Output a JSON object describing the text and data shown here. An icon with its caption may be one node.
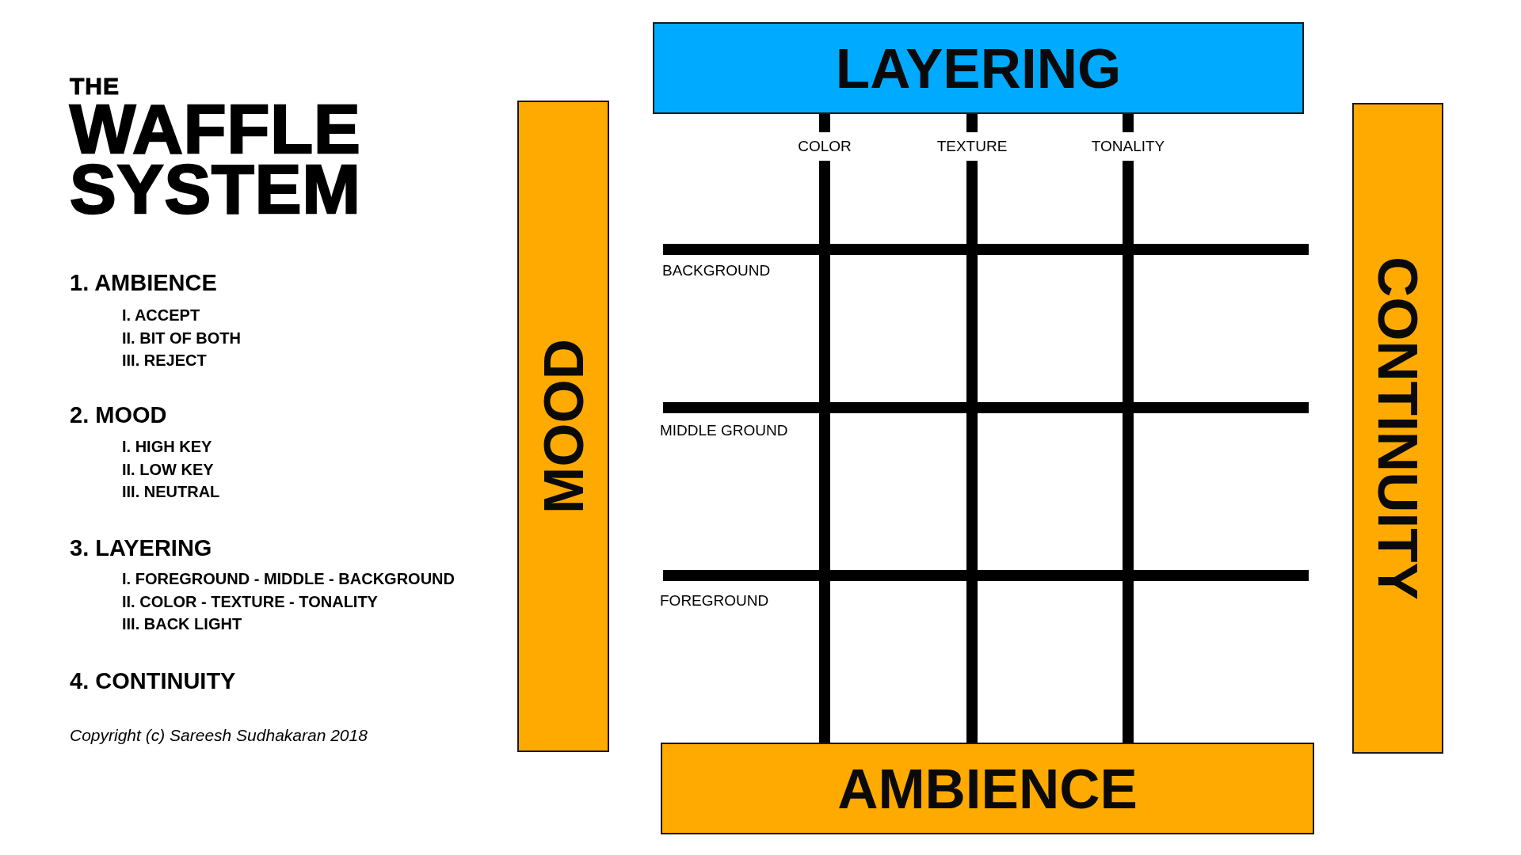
{
  "diagram": {
    "title": "THE WAFFLE SYSTEM",
    "caption": "Copyright (c) Sareesh Sudhakaran 2018",
    "nodes": [
      {
        "text": [
          "LAYERING"
        ]
      },
      {
        "text": [
          "MOOD"
        ]
      },
      {
        "text": [
          "CONTINUITY"
        ]
      },
      {
        "text": [
          "AMBIENCE"
        ]
      }
    ],
    "edges": [
      {
        "from": 0,
        "to": 3,
        "arrow": "none",
        "label": "COLOR"
      },
      {
        "from": 0,
        "to": 3,
        "arrow": "none",
        "label": "TEXTURE"
      },
      {
        "from": 0,
        "to": 3,
        "arrow": "none",
        "label": "TONALITY"
      }
    ],
    "labels": [
      "1. AMBIENCE",
      "I. ACCEPT",
      "II. BIT OF BOTH",
      "III. REJECT",
      "2. MOOD",
      "I. HIGH KEY",
      "II. LOW KEY",
      "III. NEUTRAL",
      "3. LAYERING",
      "I. FOREGROUND - MIDDLE - BACKGROUND",
      "II. COLOR - TEXTURE - TONALITY",
      "III. BACK LIGHT",
      "4. CONTINUITY",
      "BACKGROUND",
      "MIDDLE GROUND",
      "FOREGROUND"
    ]
  }
}
